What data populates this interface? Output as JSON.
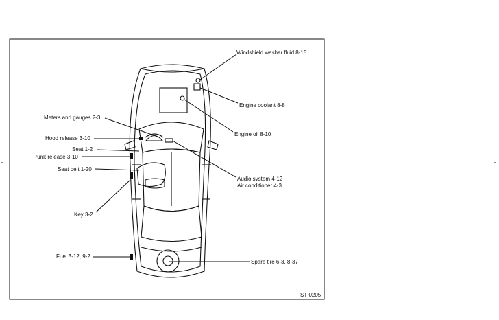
{
  "figure_code": "STI0205",
  "callouts": [
    {
      "id": "washer",
      "text": "Windshield washer fluid 8-15"
    },
    {
      "id": "coolant",
      "text": "Engine coolant 8-8"
    },
    {
      "id": "oil",
      "text": "Engine oil 8-10"
    },
    {
      "id": "meters",
      "text": "Meters and gauges 2-3"
    },
    {
      "id": "hood",
      "text": "Hood release 3-10"
    },
    {
      "id": "seat",
      "text": "Seat 1-2"
    },
    {
      "id": "trunk",
      "text": "Trunk release 3-10"
    },
    {
      "id": "belt",
      "text": "Seat belt 1-20"
    },
    {
      "id": "audio",
      "text": "Audio system 4-12"
    },
    {
      "id": "aircon",
      "text": "Air conditioner 4-3"
    },
    {
      "id": "key",
      "text": "Key 3-2"
    },
    {
      "id": "fuel",
      "text": "Fuel 3-12, 9-2"
    },
    {
      "id": "spare",
      "text": "Spare tire 6-3, 8-37"
    }
  ]
}
